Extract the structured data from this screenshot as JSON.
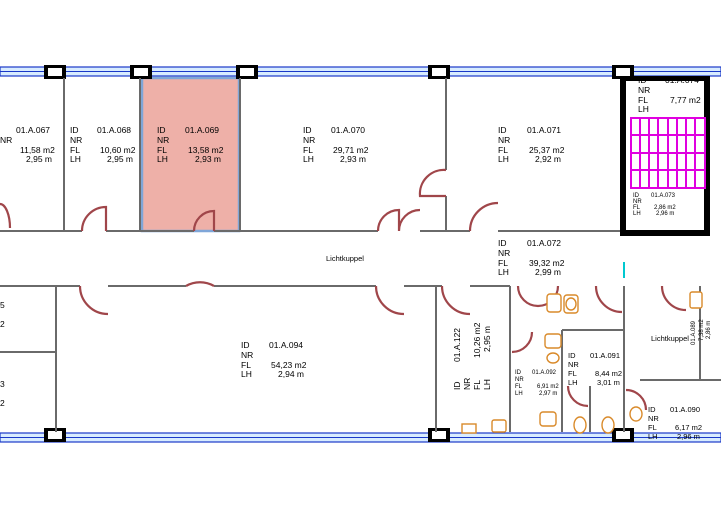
{
  "rooms": [
    {
      "key": "r067",
      "id": "01.A.067",
      "fl": "11,58 m2",
      "lh": "2,95 m"
    },
    {
      "key": "r068",
      "id": "01.A.068",
      "fl": "10,60 m2",
      "lh": "2,95 m"
    },
    {
      "key": "r069",
      "id": "01.A.069",
      "fl": "13,58 m2",
      "lh": "2,93 m",
      "selected": true
    },
    {
      "key": "r070",
      "id": "01.A.070",
      "fl": "29,71 m2",
      "lh": "2,93 m"
    },
    {
      "key": "r071",
      "id": "01.A.071",
      "fl": "25,37 m2",
      "lh": "2,92 m"
    },
    {
      "key": "r074",
      "id": "01.A.074",
      "fl": "7,77 m2"
    },
    {
      "key": "r073",
      "id": "01.A.073",
      "fl": "2,86 m2",
      "lh": "2,96 m"
    },
    {
      "key": "r072",
      "id": "01.A.072",
      "fl": "39,32 m2",
      "lh": "2,99 m"
    },
    {
      "key": "r094",
      "id": "01.A.094",
      "fl": "54,23 m2",
      "lh": "2,94 m"
    },
    {
      "key": "r122",
      "id": "01.A.122",
      "fl": "10,26 m2",
      "lh": "2,95 m"
    },
    {
      "key": "r092",
      "id": "01.A.092",
      "fl": "6,91 m2",
      "lh": "2,97 m"
    },
    {
      "key": "r091",
      "id": "01.A.091",
      "fl": "8,44 m2",
      "lh": "3,01 m"
    },
    {
      "key": "r089",
      "id": "01.A.089",
      "fl": "7,38 m2",
      "lh": "2,86 m"
    },
    {
      "key": "r090",
      "id": "01.A.090",
      "fl": "6,17 m2",
      "lh": "2,96 m"
    }
  ],
  "row_labels": {
    "id": "ID",
    "nr": "NR",
    "fl": "FL",
    "lh": "LH"
  },
  "partial_left": {
    "a": "5",
    "b": "2",
    "c": "3",
    "d": "2"
  },
  "skylights": {
    "corridor": "Lichtkuppel",
    "right": "Lichtkuppel"
  },
  "colors": {
    "selected_fill": "#eeb0a8",
    "selected_border": "#7fa6d8",
    "door": "#a0464a",
    "window": "#1a38c8",
    "stair": "#e000e0",
    "fixture": "#d98a2a"
  }
}
